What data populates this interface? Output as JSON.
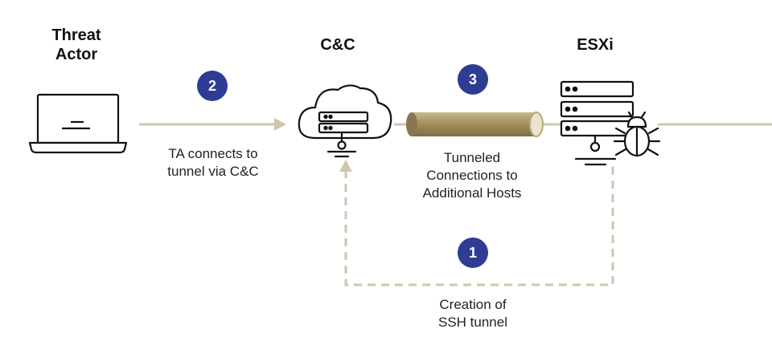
{
  "nodes": {
    "threat_actor": "Threat\nActor",
    "cnc": "C&C",
    "esxi": "ESXi"
  },
  "steps": [
    {
      "number": "1",
      "caption": "Creation of\nSSH tunnel"
    },
    {
      "number": "2",
      "caption": "TA connects to\ntunnel via C&C"
    },
    {
      "number": "3",
      "caption": "Tunneled\nConnections to\nAdditional Hosts"
    }
  ],
  "colors": {
    "connector": "#cfc6ad",
    "badge": "#2f3c94",
    "tunnel": "#a38f5f",
    "icon_stroke": "#111111"
  },
  "icons": [
    "laptop-icon",
    "cloud-server-icon",
    "server-rack-icon",
    "bug-icon"
  ]
}
